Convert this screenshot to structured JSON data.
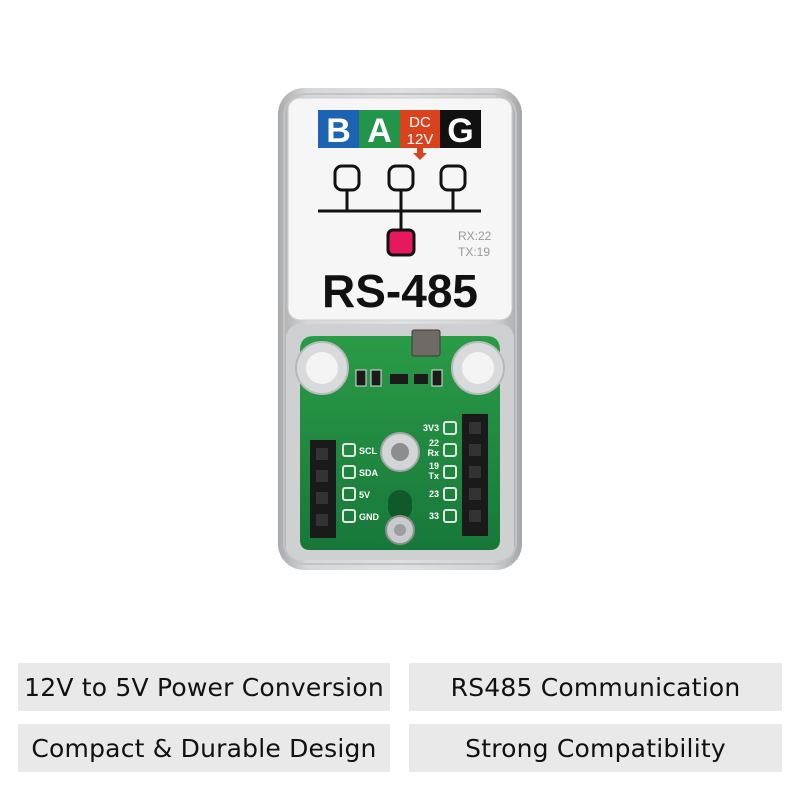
{
  "label": {
    "letter_b": "B",
    "letter_a": "A",
    "dc_top": "DC",
    "dc_bottom": "12V",
    "letter_g": "G",
    "rx": "RX:22",
    "tx": "TX:19",
    "title": "RS-485"
  },
  "board_pins": {
    "left": [
      "SCL",
      "SDA",
      "5V",
      "GND"
    ],
    "right": [
      "3V3",
      "22",
      "Rx",
      "19",
      "Tx",
      "23",
      "33"
    ]
  },
  "features": [
    "12V to 5V Power Conversion",
    "RS485 Communication",
    "Compact & Durable Design",
    "Strong Compatibility"
  ],
  "colors": {
    "b_blue": "#1c63b4",
    "a_green": "#23954a",
    "dc_red": "#d8431e",
    "g_black": "#111111",
    "node_pink": "#e6195f",
    "pcb_green": "#1f8a3a"
  }
}
